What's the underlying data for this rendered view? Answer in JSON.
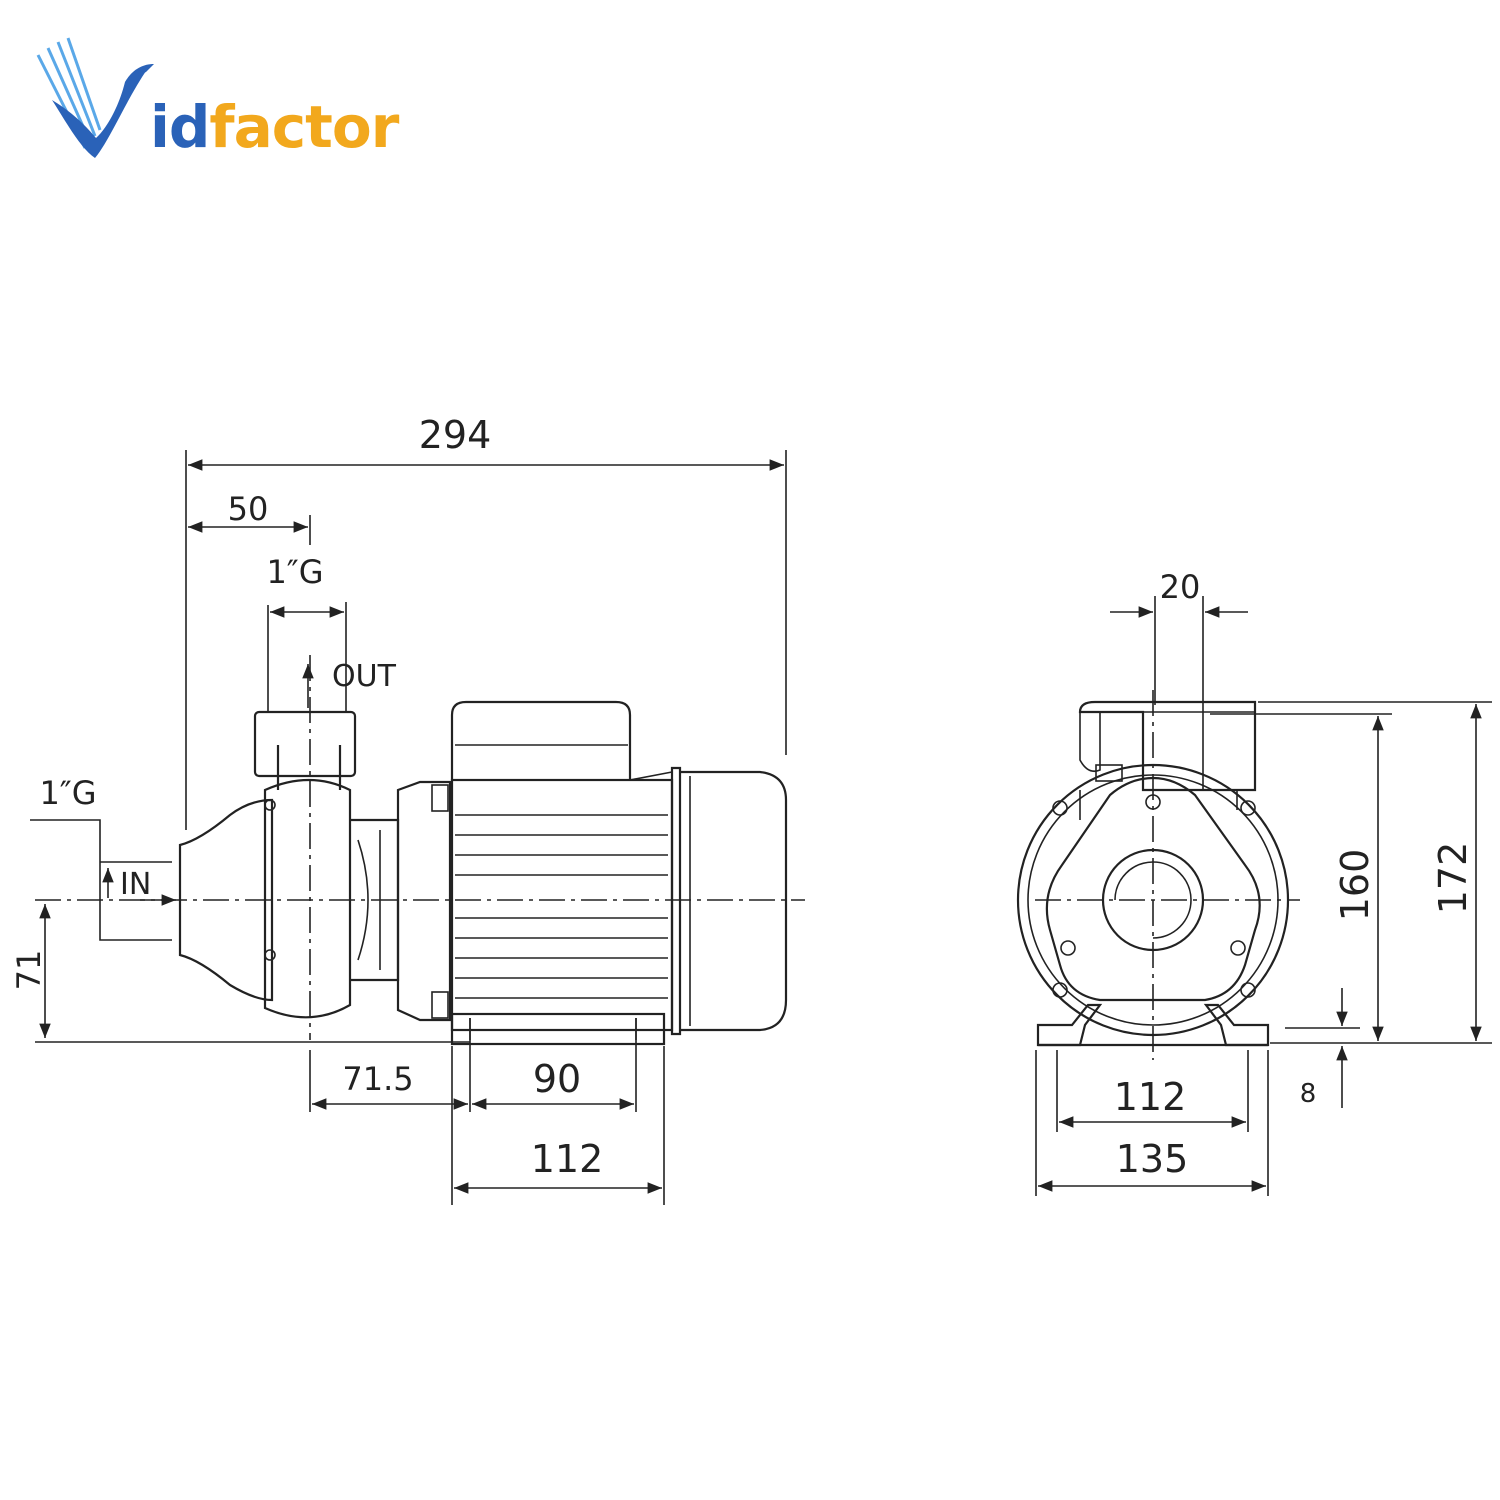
{
  "brand": {
    "logo_mark": "Vidfactor-V-bird-icon",
    "text_part1": "id",
    "text_part2": "factor",
    "colors": {
      "blue": "#2a62b8",
      "orange": "#f2a81d",
      "line": "#222222"
    }
  },
  "side_view": {
    "overall_length": "294",
    "outlet_offset": "50",
    "outlet_thread": "1″G",
    "outlet_label": "OUT",
    "inlet_thread": "1″G",
    "inlet_label": "IN",
    "shaft_height": "71",
    "foot_offset": "71.5",
    "foot_hole_spacing": "90",
    "foot_length": "112"
  },
  "front_view": {
    "outlet_offset": "20",
    "outlet_height": "160",
    "total_height": "172",
    "foot_thickness": "8",
    "foot_hole_spacing": "112",
    "foot_width": "135"
  }
}
